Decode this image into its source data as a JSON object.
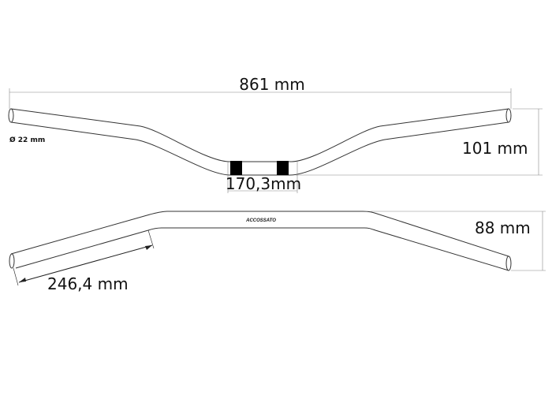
{
  "dimensions": {
    "total_width": "861 mm",
    "diameter": "Ø 22 mm",
    "clamp_width": "170,3mm",
    "rise": "101 mm",
    "pullback": "88 mm",
    "grip_length": "246,4 mm"
  },
  "logo_text": "ACCOSSATO",
  "colors": {
    "line": "#333333",
    "clamp": "#000000",
    "dimension_line": "#888888"
  }
}
